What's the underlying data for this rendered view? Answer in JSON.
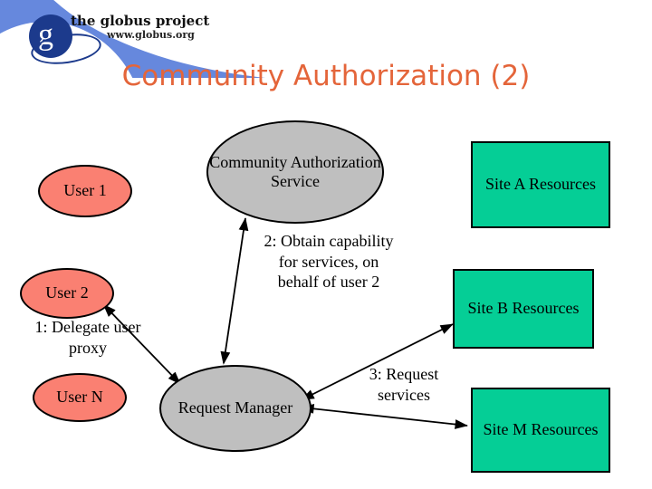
{
  "slide": {
    "title": "Community Authorization (2)",
    "title_color": "#e4653a",
    "background_color": "#ffffff",
    "accent_band_color": "#6688dd"
  },
  "logo": {
    "mark_letter": "g",
    "line1": "the globus project",
    "line2": "www.globus.org",
    "mark_color": "#1c3a8c"
  },
  "diagram": {
    "type": "flow-diagram",
    "palette": {
      "actor_fill": "#fa8072",
      "service_fill": "#bfbfbf",
      "resource_fill": "#05ce96",
      "stroke": "#000000"
    },
    "nodes": {
      "user1": {
        "label": "User 1",
        "shape": "ellipse",
        "fill": "#fa8072"
      },
      "user2": {
        "label": "User 2",
        "shape": "ellipse",
        "fill": "#fa8072"
      },
      "userN": {
        "label": "User N",
        "shape": "ellipse",
        "fill": "#fa8072"
      },
      "cas": {
        "label": "Community\nAuthorization\nService",
        "shape": "ellipse",
        "fill": "#bfbfbf"
      },
      "request_manager": {
        "label": "Request\nManager",
        "shape": "ellipse",
        "fill": "#bfbfbf"
      },
      "site_a": {
        "label": "Site A\nResources",
        "shape": "rect",
        "fill": "#05ce96"
      },
      "site_b": {
        "label": "Site B\nResources",
        "shape": "rect",
        "fill": "#05ce96"
      },
      "site_m": {
        "label": "Site M\nResources",
        "shape": "rect",
        "fill": "#05ce96"
      }
    },
    "edge_labels": {
      "step1": "1: Delegate user\nproxy",
      "step2": "2: Obtain capability\nfor services, on\nbehalf of user 2",
      "step3": "3: Request\nservices"
    }
  }
}
